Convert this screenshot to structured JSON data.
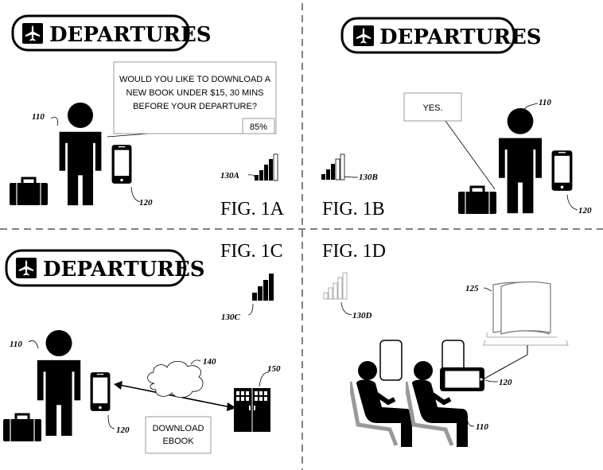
{
  "departures_sign": "DEPARTURES",
  "icons": {
    "plane": "airplane-icon",
    "person": "person-icon",
    "phone": "smartphone-icon",
    "suitcase": "suitcase-icon",
    "signal": "signal-bars-icon",
    "cloud": "cloud-icon",
    "server": "server-icon",
    "book": "open-book-icon",
    "seat": "seated-person-icon"
  },
  "fig_1a": {
    "label": "FIG. 1A",
    "prompt_lines": [
      "WOULD YOU LIKE TO DOWNLOAD A",
      "NEW BOOK UNDER $15, 30 MINS",
      "BEFORE YOUR DEPARTURE?"
    ],
    "battery": "85%",
    "ref_person": "110",
    "ref_phone": "120",
    "ref_signal": "130A"
  },
  "fig_1b": {
    "label": "FIG. 1B",
    "reply": "YES.",
    "ref_person": "110",
    "ref_phone": "120",
    "ref_signal": "130B"
  },
  "fig_1c": {
    "label": "FIG. 1C",
    "download_lines": [
      "DOWNLOAD",
      "EBOOK"
    ],
    "ref_person": "110",
    "ref_phone": "120",
    "ref_signal": "130C",
    "ref_cloud": "140",
    "ref_server": "150"
  },
  "fig_1d": {
    "label": "FIG. 1D",
    "ref_book": "125",
    "ref_phone": "120",
    "ref_person": "110",
    "ref_signal": "130D"
  }
}
